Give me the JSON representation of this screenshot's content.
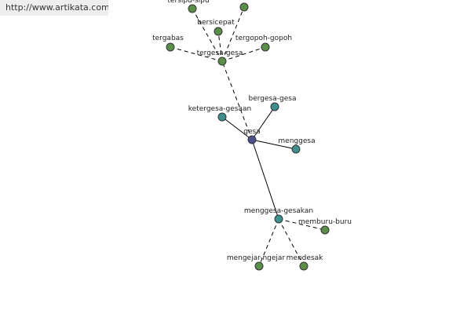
{
  "watermark": {
    "text": "http://www.artikata.com"
  },
  "colors": {
    "center": "#4b4f8c",
    "related": "#3f8f8f",
    "leaf": "#5a8f4a"
  },
  "graph": {
    "nodes": [
      {
        "id": "gesa",
        "label": "gesa",
        "kind": "center"
      },
      {
        "id": "ketergesa-gesaan",
        "label": "ketergesa-gesaan",
        "kind": "related"
      },
      {
        "id": "bergesa-gesa",
        "label": "bergesa-gesa",
        "kind": "related"
      },
      {
        "id": "menggesa",
        "label": "menggesa",
        "kind": "related"
      },
      {
        "id": "menggesa-gesakan",
        "label": "menggesa-gesakan",
        "kind": "related"
      },
      {
        "id": "tergesa-gesa",
        "label": "tergesa-gesa",
        "kind": "leaf"
      },
      {
        "id": "tergabas",
        "label": "tergabas",
        "kind": "leaf"
      },
      {
        "id": "tergopoh-gopoh",
        "label": "tergopoh-gopoh",
        "kind": "leaf"
      },
      {
        "id": "bersicepat",
        "label": "bersicepat",
        "kind": "leaf"
      },
      {
        "id": "tersipu-sipu",
        "label": "tersipu-sipu",
        "kind": "leaf"
      },
      {
        "id": "top-right",
        "label": "",
        "kind": "leaf"
      },
      {
        "id": "memburu-buru",
        "label": "memburu-buru",
        "kind": "leaf"
      },
      {
        "id": "mengejar-ngejar",
        "label": "mengejar-ngejar",
        "kind": "leaf"
      },
      {
        "id": "mendesak",
        "label": "mendesak",
        "kind": "leaf"
      }
    ],
    "edges": [
      {
        "from": "gesa",
        "to": "ketergesa-gesaan",
        "style": "solid"
      },
      {
        "from": "gesa",
        "to": "bergesa-gesa",
        "style": "solid"
      },
      {
        "from": "gesa",
        "to": "menggesa",
        "style": "solid"
      },
      {
        "from": "gesa",
        "to": "menggesa-gesakan",
        "style": "solid"
      },
      {
        "from": "gesa",
        "to": "tergesa-gesa",
        "style": "dashed"
      },
      {
        "from": "tergesa-gesa",
        "to": "tergabas",
        "style": "dashed"
      },
      {
        "from": "tergesa-gesa",
        "to": "tergopoh-gopoh",
        "style": "dashed"
      },
      {
        "from": "tergesa-gesa",
        "to": "bersicepat",
        "style": "dashed"
      },
      {
        "from": "tergesa-gesa",
        "to": "tersipu-sipu",
        "style": "dashed"
      },
      {
        "from": "tergesa-gesa",
        "to": "top-right",
        "style": "dashed"
      },
      {
        "from": "menggesa-gesakan",
        "to": "memburu-buru",
        "style": "dashed"
      },
      {
        "from": "menggesa-gesakan",
        "to": "mengejar-ngejar",
        "style": "dashed"
      },
      {
        "from": "menggesa-gesakan",
        "to": "mendesak",
        "style": "dashed"
      }
    ]
  }
}
